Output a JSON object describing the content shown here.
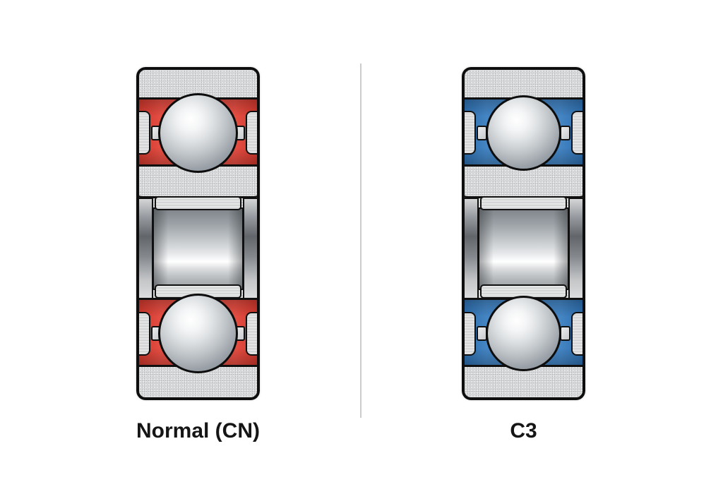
{
  "background": "#ffffff",
  "divider_color": "#cbcbcb",
  "outline_color": "#0e0e0e",
  "metal_light": "#d8d9da",
  "figures": [
    {
      "id": "cn",
      "label": "Normal (CN)",
      "accent": "#e23a2e"
    },
    {
      "id": "c3",
      "label": "C3",
      "accent": "#2f77bd"
    }
  ]
}
